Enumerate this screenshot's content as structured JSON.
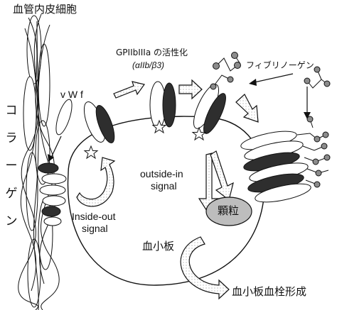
{
  "labels": {
    "endothelial": "血管内皮細胞",
    "collagen_chars": [
      "コ",
      "ラ",
      "ー",
      "ゲ",
      "ン"
    ],
    "vwf": "v W f",
    "activation_line1": "GPIIbIIIa の活性化",
    "activation_line2": "(αIIb/β3)",
    "fibrinogen": "フィブリノーゲン",
    "outside_in_line1": "outside-in",
    "outside_in_line2": "signal",
    "inside_out_line1": "Inside-out",
    "inside_out_line2": "signal",
    "granule": "顆粒",
    "platelet": "血小板",
    "thrombus": "血小板血栓形成"
  },
  "colors": {
    "ink": "#111111",
    "dark_receptor": "#2e2e2e",
    "light_fill": "#ffffff",
    "granule_fill": "#bdbdbd",
    "arrow_fill": "#e6e6e6",
    "bead_fill": "#8c8c8c"
  }
}
